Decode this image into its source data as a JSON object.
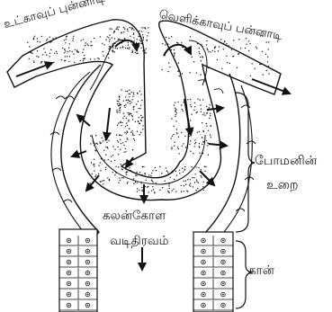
{
  "diagram": {
    "labels": {
      "afferent_arteriole": "உட்காவுப் புன்னாடி",
      "efferent_arteriole": "வெளிக்காவுப் பன்னாடி",
      "bowmans_capsule_line1": "போமனின்",
      "bowmans_capsule_line2": "உறை",
      "glomerular_filtrate_line1": "கலன்கோள",
      "glomerular_filtrate_line2": "வடிதிரவம்",
      "tubule": "கான்"
    },
    "colors": {
      "ink": "#111111",
      "background": "#ffffff"
    }
  }
}
